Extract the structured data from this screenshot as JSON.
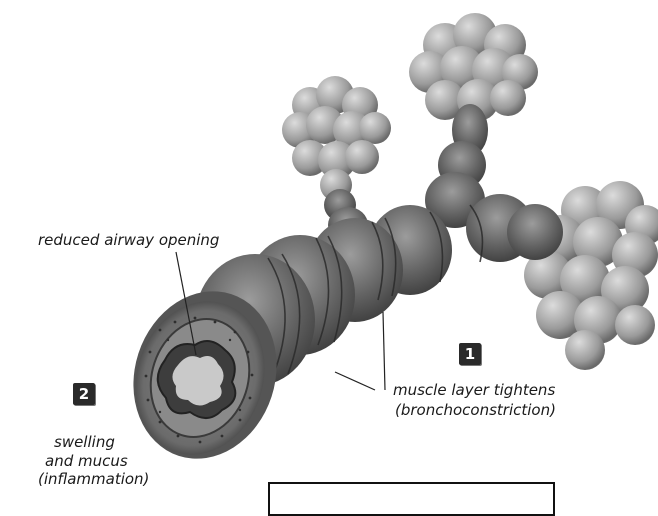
{
  "labels": {
    "reduced_airway": "reduced airway opening",
    "muscle_line1": "muscle layer tightens",
    "muscle_line2": "(bronchoconstriction)",
    "swelling_line1": "swelling",
    "swelling_line2": "and mucus",
    "swelling_line3": "(inflammation)"
  },
  "badges": {
    "one": "1",
    "two": "2"
  },
  "colors": {
    "tissue_dark": "#4a4a4a",
    "tissue_mid": "#7a7a7a",
    "tissue_light": "#a8a8a8",
    "alveoli": "#9a9a9a",
    "lumen": "#c9c9c9"
  }
}
